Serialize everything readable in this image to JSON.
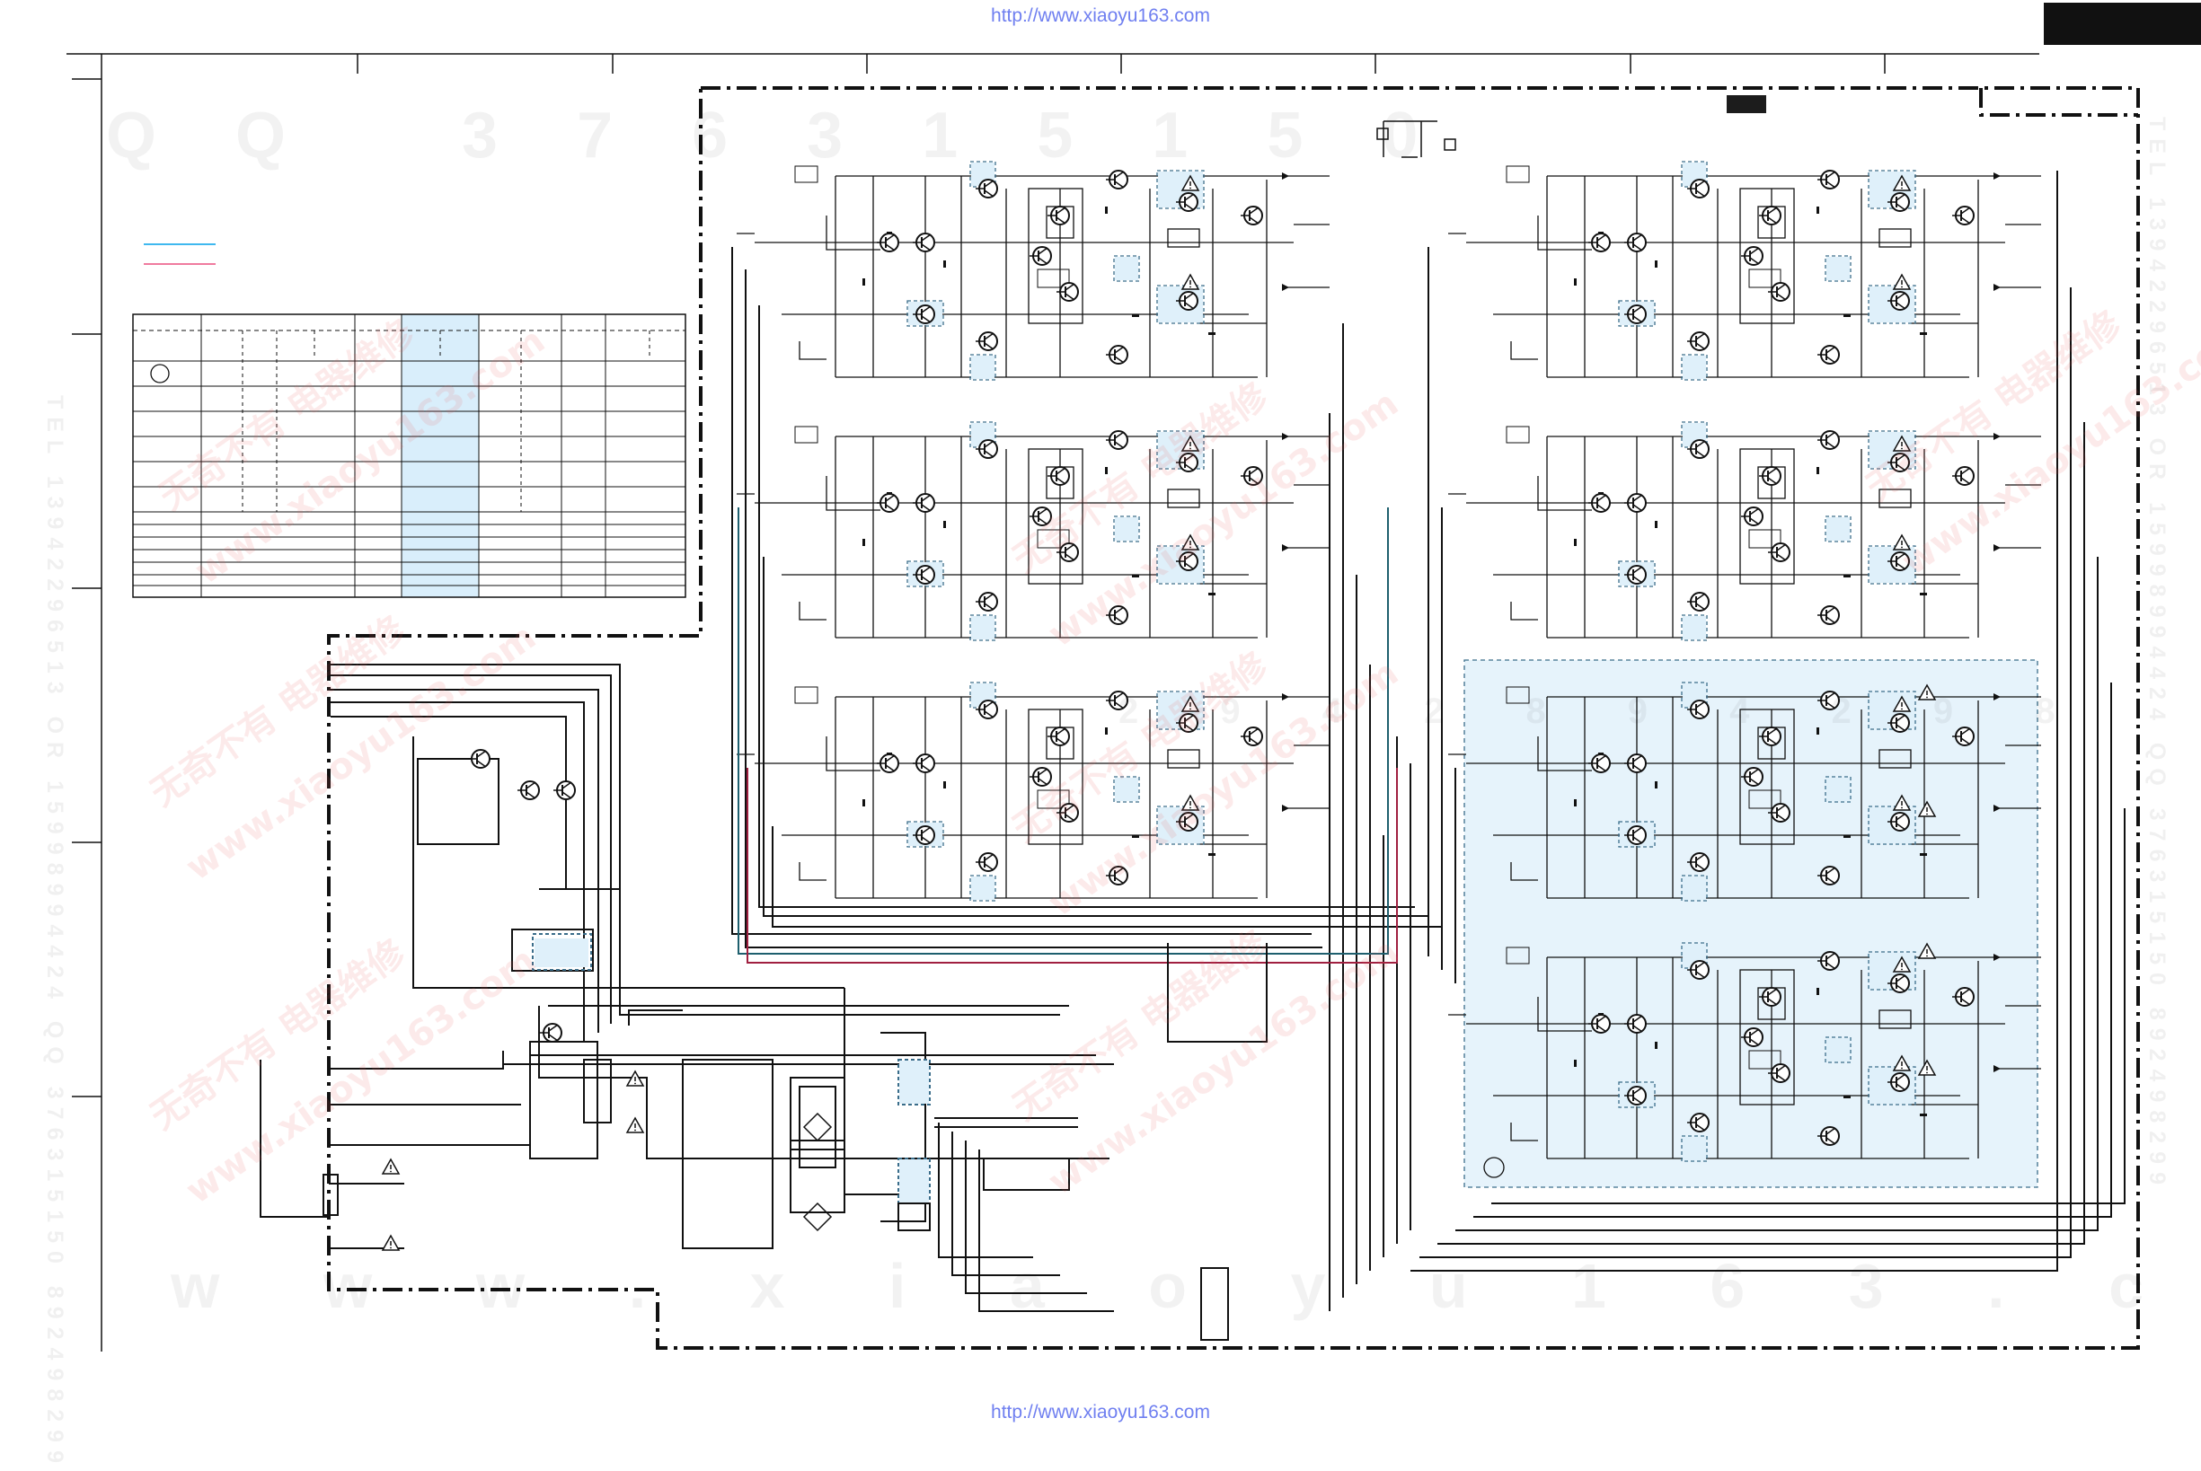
{
  "urls": {
    "top": "http://www.xiaoyu163.com",
    "bottom": "http://www.xiaoyu163.com"
  },
  "watermarks": {
    "qq_line": "Q Q   3 7 6 3 1 5 1 5 0",
    "www_line": "w w w . x i a o y u 1 6 3 . c o m",
    "digits_line": "2 9 4 2 8 9 4 2 9 8",
    "chinese_a": "无奇不有  电器维修",
    "chinese_b": "www.xiaoyu163.com",
    "side_text": "TEL 13942296513 OR 15998994424 QQ 376315150 892498299"
  },
  "colors": {
    "line": "#111111",
    "legend_blue": "#3fb8ef",
    "legend_pink": "#ef7b9f",
    "highlight": "#e6f3fb",
    "table_highlight": "#d9eefb",
    "wire_teal": "#1e5f6e",
    "wire_red": "#a02040"
  },
  "icons": [
    "warning-triangle-icon",
    "transistor-symbol",
    "bridge-rectifier-symbol",
    "relay-symbol",
    "transformer-symbol",
    "fuse-symbol",
    "connector-symbol",
    "circle-marker"
  ]
}
